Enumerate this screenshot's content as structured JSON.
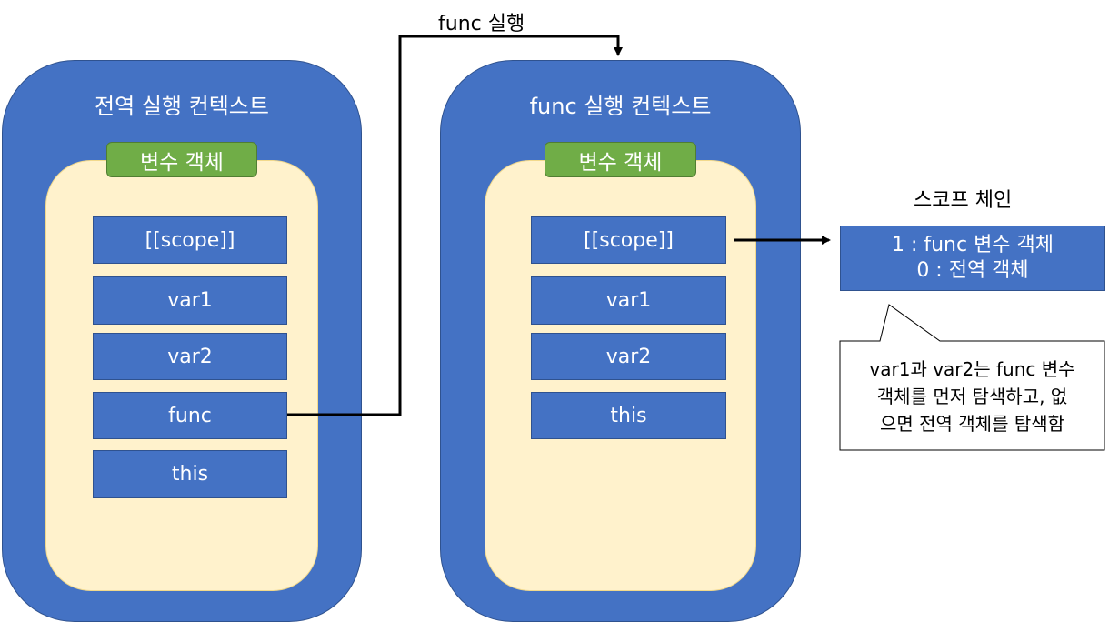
{
  "global_context": {
    "title": "전역 실행 컨텍스트",
    "variable_object_label": "변수 객체",
    "slots": [
      "[[scope]]",
      "var1",
      "var2",
      "func",
      "this"
    ]
  },
  "func_context": {
    "title": "func 실행 컨텍스트",
    "variable_object_label": "변수 객체",
    "slots": [
      "[[scope]]",
      "var1",
      "var2",
      "this"
    ]
  },
  "call_arrow_label": "func 실행",
  "scope_chain": {
    "title": "스코프 체인",
    "entries": [
      "1 : func 변수 객체",
      "0 : 전역 객체"
    ]
  },
  "note": {
    "lines": [
      "var1과 var2는 func 변수",
      "객체를 먼저 탐색하고, 없",
      "으면 전역 객체를 탐색함"
    ]
  },
  "colors": {
    "context_blue": "#4472c4",
    "panel_yellow": "#fff2cc",
    "label_green": "#70ad47"
  }
}
